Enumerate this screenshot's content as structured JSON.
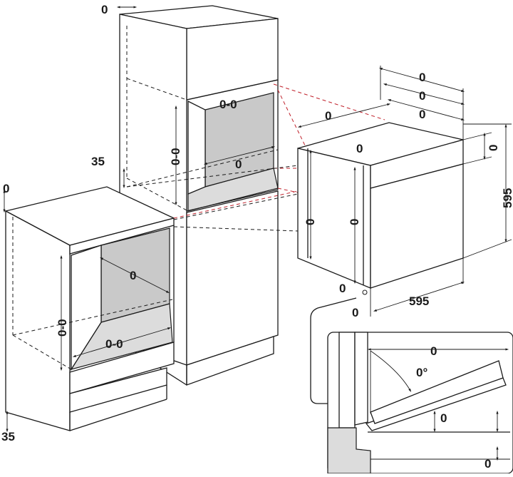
{
  "colors": {
    "line": "#1a1a1a",
    "cavity_fill": "#c9c9c9",
    "alignment_guide": "#c0202a",
    "background": "#ffffff"
  },
  "dimensions": {
    "tall_unit_top_gap": "0",
    "tall_unit_plinth": "35",
    "tall_niche_width": "0-0",
    "tall_niche_height": "0-0",
    "tall_niche_depth": "0",
    "base_unit_top_gap": "0",
    "base_unit_plinth": "35",
    "base_niche_depth": "0",
    "base_niche_height": "0-0",
    "base_niche_width": "0-0",
    "oven_depth_total_1": "0",
    "oven_depth_total_2": "0",
    "oven_depth_body": "0",
    "oven_side_depth": "0",
    "oven_panel_top": "0",
    "oven_front_height_a": "0",
    "oven_front_height_b": "0",
    "oven_panel_height": "0",
    "oven_height": "595",
    "oven_width": "595",
    "oven_bottom_offset_a": "0",
    "oven_bottom_offset_b": "0",
    "door_open_reach": "0",
    "door_angle": "0°",
    "door_drop": "0",
    "door_floor_gap": "0"
  }
}
